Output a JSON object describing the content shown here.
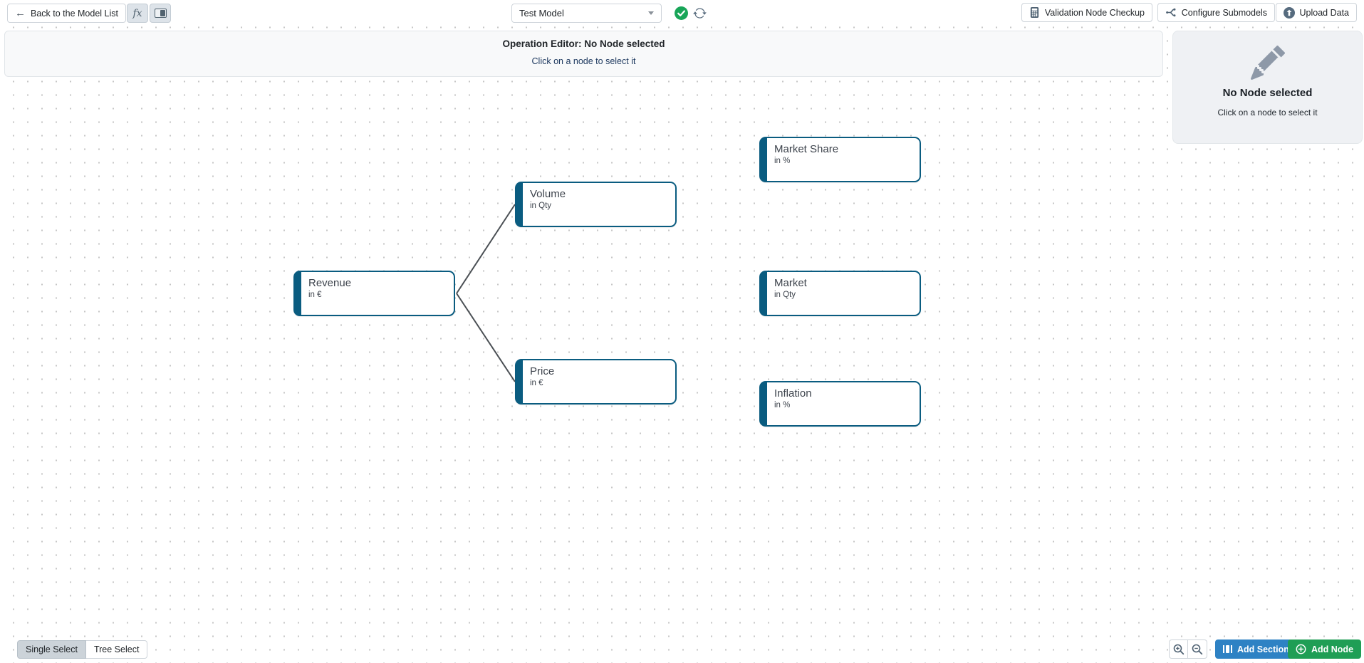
{
  "toolbar": {
    "back_label": "Back to the Model List",
    "fx_label": "fx",
    "model_select_value": "Test Model",
    "validation_label": "Validation Node Checkup",
    "configure_label": "Configure Submodels",
    "upload_label": "Upload Data"
  },
  "operation_editor": {
    "title": "Operation Editor: No Node selected",
    "subtitle": "Click on a node to select it"
  },
  "side_panel": {
    "title": "No Node selected",
    "subtitle": "Click on a node to select it"
  },
  "nodes": [
    {
      "title": "Market Share",
      "unit": "in %"
    },
    {
      "title": "Volume",
      "unit": "in Qty"
    },
    {
      "title": "Revenue",
      "unit": "in €"
    },
    {
      "title": "Market",
      "unit": "in Qty"
    },
    {
      "title": "Price",
      "unit": "in €"
    },
    {
      "title": "Inflation",
      "unit": "in %"
    }
  ],
  "edges": [
    {
      "from": "Revenue",
      "to": "Volume"
    },
    {
      "from": "Revenue",
      "to": "Price"
    }
  ],
  "footer": {
    "single_select_label": "Single Select",
    "tree_select_label": "Tree Select",
    "add_section_label": "Add Section",
    "add_node_label": "Add Node"
  },
  "icons": {
    "back_arrow": "←"
  },
  "colors": {
    "node_border": "#0a5c80",
    "edge_line": "#4a4f54",
    "status_check_green": "#18a558",
    "add_node_green": "#1f9e55",
    "add_section_blue": "#2e82c4",
    "icon_slate": "#4e6172",
    "panel_bg": "#eff1f4",
    "op_bar_bg": "#f8f9fa"
  }
}
